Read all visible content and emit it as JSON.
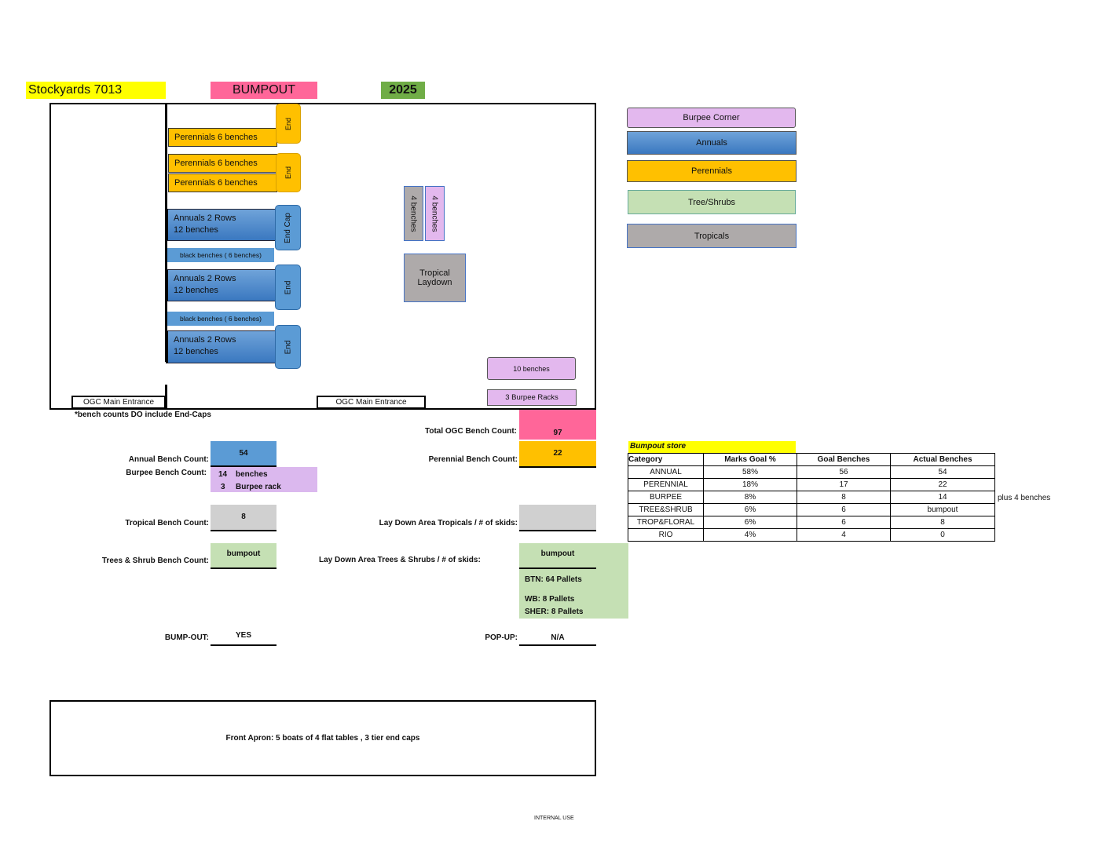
{
  "header": {
    "store": "Stockyards 7013",
    "type": "BUMPOUT",
    "year": "2025"
  },
  "map": {
    "perennials": [
      "Perennials 6 benches",
      "Perennials 6 benches",
      "Perennials 6 benches"
    ],
    "end": "End",
    "end_cap": "End Cap",
    "annuals": [
      {
        "l1": "Annuals 2 Rows",
        "l2": "12 benches"
      },
      {
        "l1": "Annuals 2 Rows",
        "l2": "12 benches"
      },
      {
        "l1": "Annuals 2 Rows",
        "l2": "12 benches"
      }
    ],
    "black_benches": "black benches ( 6 benches)",
    "four_benches": "4 benches",
    "tropical_laydown": "Tropical Laydown",
    "ten_benches": "10 benches",
    "burpee_racks": "3 Burpee Racks",
    "entrance": "OGC Main Entrance",
    "note": "*bench counts DO include End-Caps"
  },
  "legend": [
    "Burpee Corner",
    "Annuals",
    "Perennials",
    "Tree/Shrubs",
    "Tropicals"
  ],
  "counts": {
    "total_label": "Total OGC Bench Count:",
    "total": "97",
    "annual_label": "Annual Bench Count:",
    "annual": "54",
    "perennial_label": "Perennial Bench Count:",
    "perennial": "22",
    "burpee_label": "Burpee Bench Count:",
    "burpee_benches_n": "14",
    "burpee_benches": "benches",
    "burpee_rack_n": "3",
    "burpee_rack": "Burpee rack",
    "tropical_label": "Tropical Bench Count:",
    "tropical": "8",
    "laydown_trop_label": "Lay Down Area Tropicals / # of skids:",
    "laydown_trop": "",
    "trees_label": "Trees & Shrub Bench Count:",
    "trees": "bumpout",
    "laydown_trees_label": "Lay Down Area Trees & Shrubs / # of skids:",
    "laydown_trees": "bumpout",
    "btn": "BTN: 64 Pallets",
    "wb": "WB: 8 Pallets",
    "sher": "SHER: 8 Pallets",
    "bumpout_label": "BUMP-OUT:",
    "bumpout": "YES",
    "popup_label": "POP-UP:",
    "popup": "N/A"
  },
  "table": {
    "title": "Bumpout store",
    "headers": [
      "Category",
      "Marks Goal %",
      "Goal Benches",
      "Actual Benches"
    ],
    "rows": [
      [
        "ANNUAL",
        "58%",
        "56",
        "54"
      ],
      [
        "PERENNIAL",
        "18%",
        "17",
        "22"
      ],
      [
        "BURPEE",
        "8%",
        "8",
        "14"
      ],
      [
        "TREE&SHRUB",
        "6%",
        "6",
        "bumpout"
      ],
      [
        "TROP&FLORAL",
        "6%",
        "6",
        "8"
      ],
      [
        "RIO",
        "4%",
        "4",
        "0"
      ]
    ],
    "side_note": "plus 4 benches"
  },
  "front_apron": "Front Apron: 5 boats of 4 flat tables , 3 tier end caps",
  "footer": "INTERNAL USE"
}
